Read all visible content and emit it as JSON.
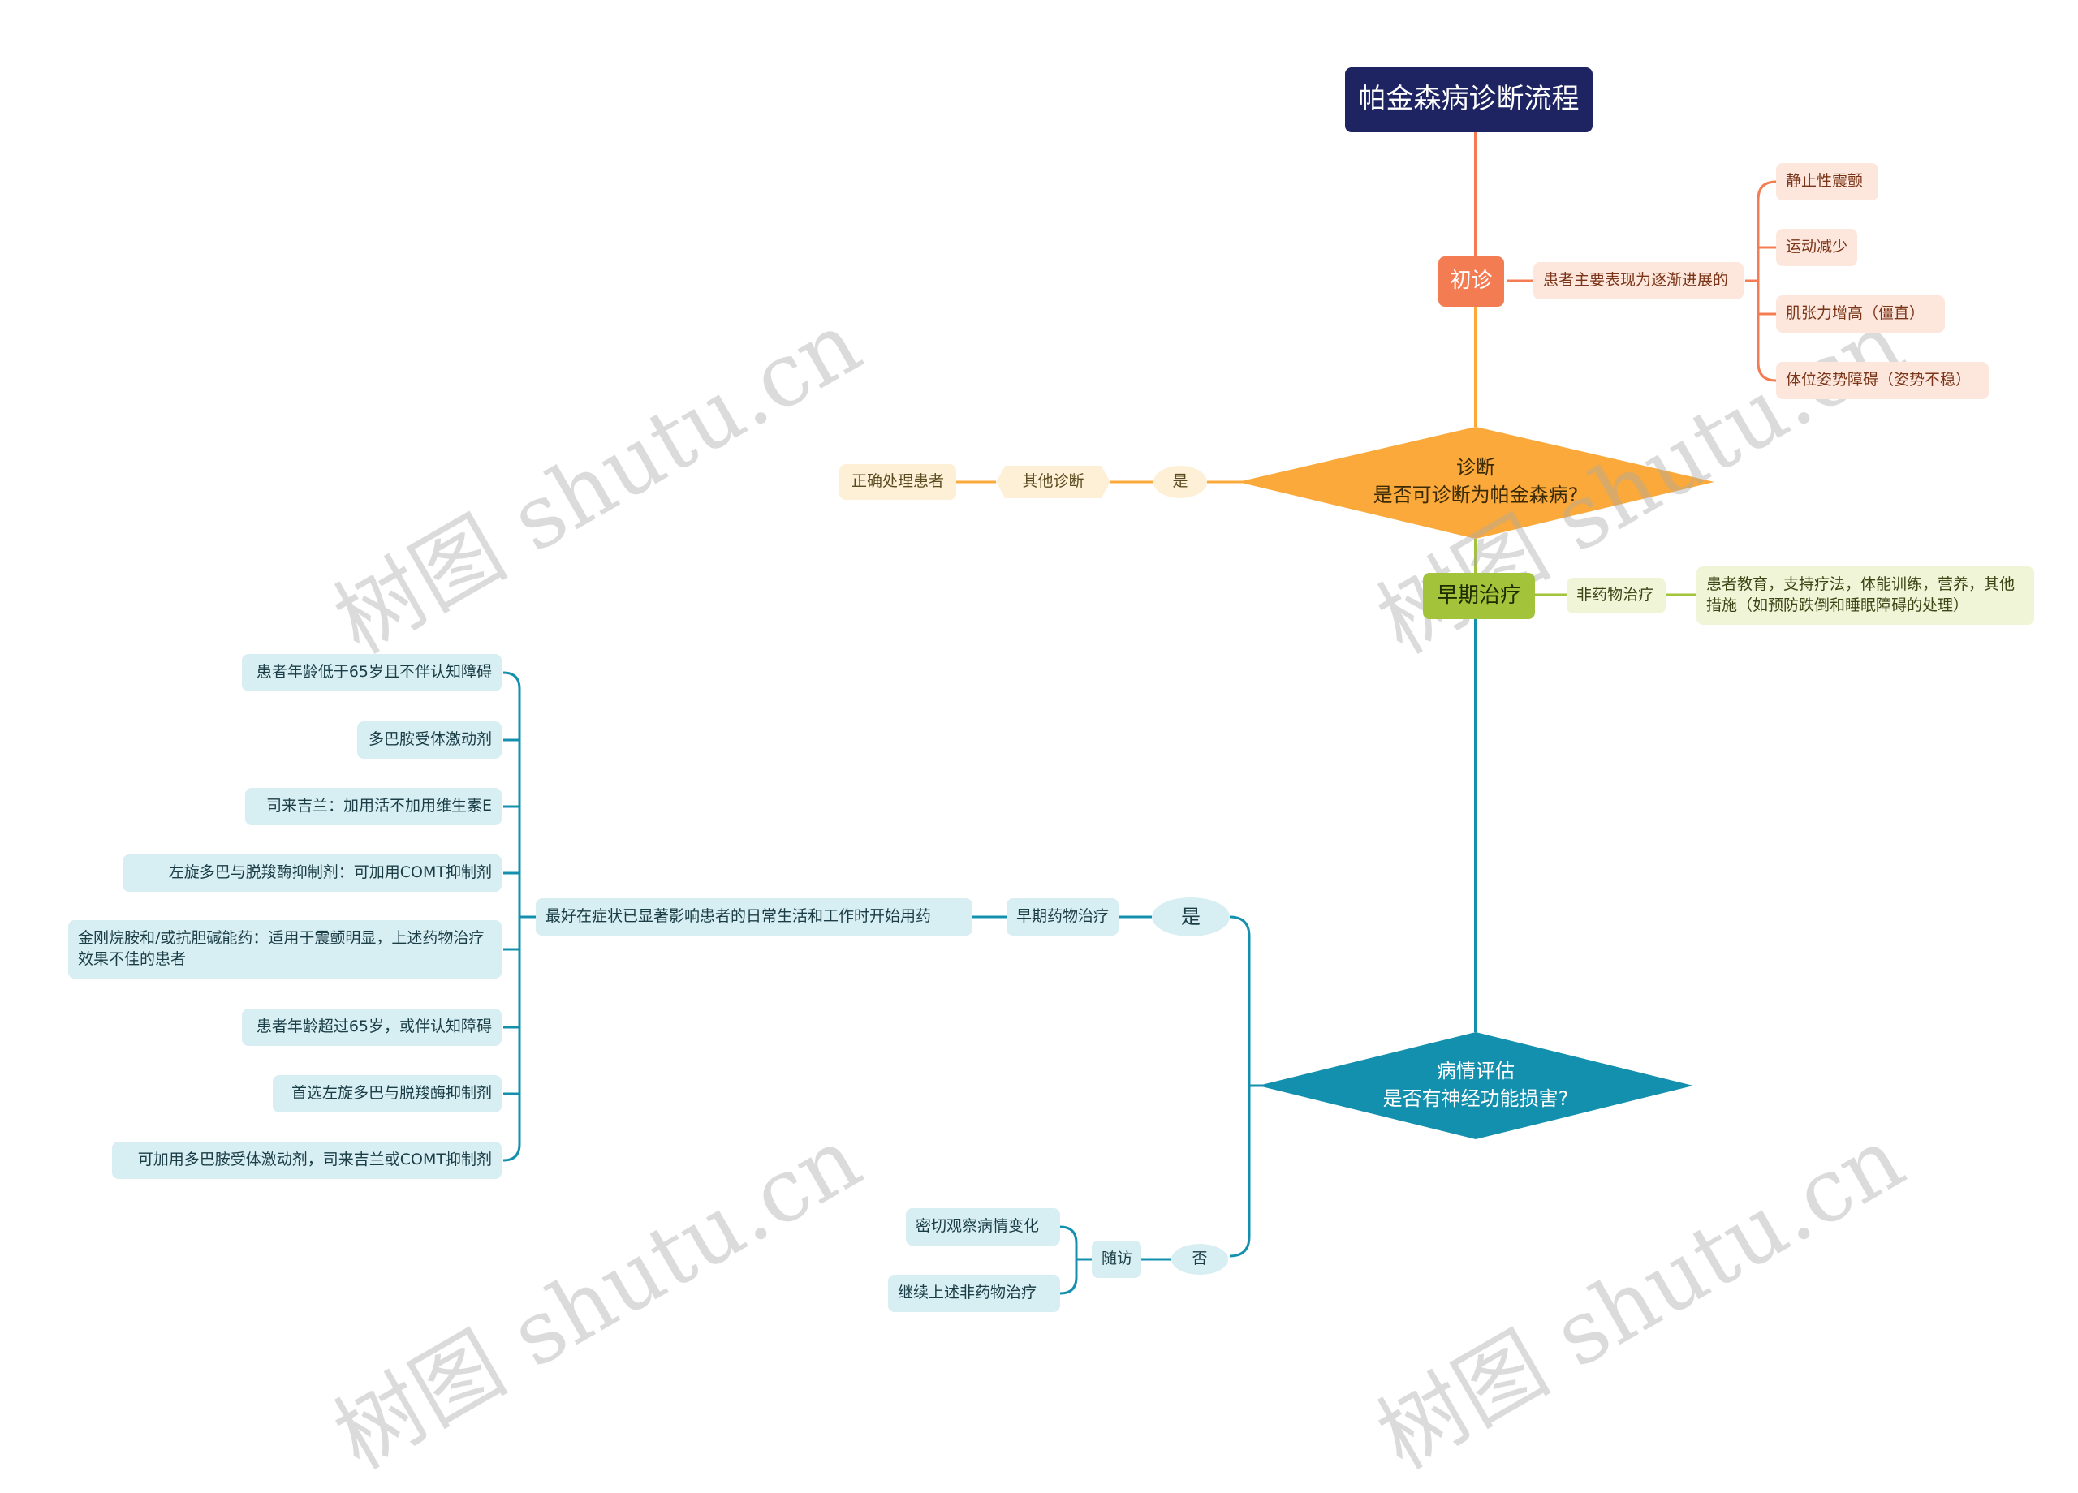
{
  "title": "帕金森病诊断流程",
  "initial": {
    "label": "初诊",
    "main_symptom": "患者主要表现为逐渐进展的",
    "symptoms": [
      "静止性震颤",
      "运动减少",
      "肌张力增高（僵直）",
      "体位姿势障碍（姿势不稳）"
    ]
  },
  "diagnosis": {
    "line1": "诊断",
    "line2": "是否可诊断为帕金森病?",
    "other_branch": {
      "yes_label": "是",
      "other": "其他诊断",
      "handle": "正确处理患者"
    }
  },
  "early": {
    "label": "早期治疗",
    "non_drug": "非药物治疗",
    "non_drug_detail": "患者教育，支持疗法，体能训练，营养，其他措施（如预防跌倒和睡眠障碍的处理）"
  },
  "assessment": {
    "line1": "病情评估",
    "line2": "是否有神经功能损害?",
    "yes_label": "是",
    "early_drug": "早期药物治疗",
    "start_drug": "最好在症状已显著影响患者的日常生活和工作时开始用药",
    "drug_items": [
      "患者年龄低于65岁且不伴认知障碍",
      "多巴胺受体激动剂",
      "司来吉兰：加用活不加用维生素E",
      "左旋多巴与脱羧酶抑制剂：可加用COMT抑制剂",
      "金刚烷胺和/或抗胆碱能药：适用于震颤明显，上述药物治疗效果不佳的患者",
      "患者年龄超过65岁，或伴认知障碍",
      "首选左旋多巴与脱羧酶抑制剂",
      "可加用多巴胺受体激动剂，司来吉兰或COMT抑制剂"
    ],
    "no_label": "否",
    "followup": "随访",
    "followup_items": [
      "密切观察病情变化",
      "继续上述非药物治疗"
    ]
  },
  "watermark": "树图 shutu.cn",
  "colors": {
    "root": "#1e2362",
    "orange": "#f47c53",
    "diamond_orange": "#fba93a",
    "green": "#a3c33a",
    "teal": "#1390ae"
  }
}
